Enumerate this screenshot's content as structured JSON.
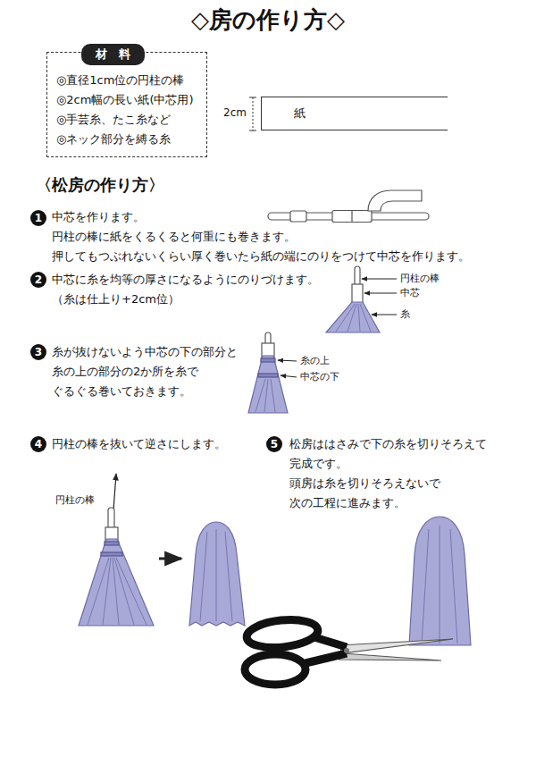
{
  "diagram": {
    "title": "◇房の作り方◇",
    "nodes": [
      {
        "text": [
          "◎直径1cm位の円柱の棒",
          "◎2cm幅の長い紙(中芯用)",
          "◎手芸糸、たこ糸など",
          "◎ネック部分を縛る糸"
        ]
      },
      {
        "text": [
          "材　料"
        ],
        "in": 0
      },
      {
        "text": [
          "紙"
        ]
      },
      {
        "text": [
          "1"
        ]
      },
      {
        "text": [
          "2"
        ]
      },
      {
        "text": [
          "3"
        ]
      },
      {
        "text": [
          "4"
        ]
      },
      {
        "text": [
          "5"
        ]
      }
    ],
    "labels": [
      "2cm",
      "〈松房の作り方〉",
      "中芯を作ります。",
      "円柱の棒に紙をくるくると何重にも巻きます。",
      "押してもつぶれないくらい厚く巻いたら紙の端にのりをつけて中芯を作ります。",
      "中芯に糸を均等の厚さになるようにのりづけます。",
      "（糸は仕上り+2cm位）",
      "円柱の棒",
      "中芯",
      "糸",
      "糸が抜けないよう中芯の下の部分と",
      "糸の上の部分の2か所を糸で",
      "ぐるぐる巻いておきます。",
      "糸の上",
      "中芯の下",
      "円柱の棒を抜いて逆さにします。",
      "円柱の棒",
      "松房ははさみで下の糸を切りそろえて",
      "完成です。",
      "頭房は糸を切りそろえないで",
      "次の工程に進みます。"
    ]
  }
}
